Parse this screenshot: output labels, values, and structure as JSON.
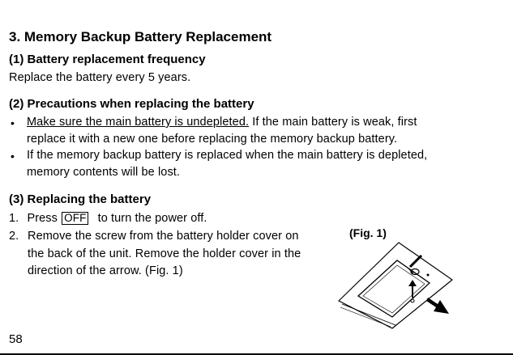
{
  "section": {
    "title": "3.  Memory Backup Battery Replacement"
  },
  "frequency": {
    "heading": "(1)  Battery replacement frequency",
    "text": "Replace the battery every 5 years."
  },
  "precautions": {
    "heading": "(2)  Precautions when replacing the battery",
    "bullet_glyph": "•",
    "item1_underlined": "Make sure the main battery is undepleted.",
    "item1_rest": " If the main battery is weak, first",
    "item1_line2": "replace it with a new one before replacing the memory backup battery.",
    "item2_line1": "If the memory backup battery is replaced when the main battery is depleted,",
    "item2_line2": "memory contents will be lost."
  },
  "replacing": {
    "heading": "(3)  Replacing the battery",
    "step1_num": "1.",
    "step1_pre": "Press",
    "step1_key": "OFF",
    "step1_post": "to turn the power off.",
    "step2_num": "2.",
    "step2_line1": "Remove the screw from the battery holder cover on",
    "step2_line2": "the back of the unit. Remove the holder cover in the",
    "step2_line3": "direction of the arrow. (Fig. 1)"
  },
  "figure": {
    "label": "(Fig. 1)"
  },
  "page_number": "58"
}
